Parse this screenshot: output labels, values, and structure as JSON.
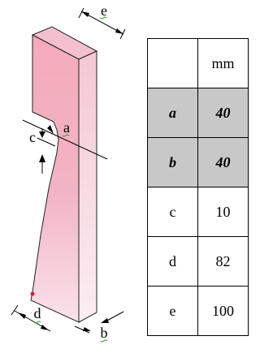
{
  "figure": {
    "labels": {
      "a": "a",
      "b": "b",
      "c": "c",
      "d": "d",
      "e": "e"
    },
    "colors": {
      "front_face": "#f2a6b8",
      "side_face": "#f6dde5",
      "top_face": "#f4c0ce",
      "outline": "#000000"
    }
  },
  "table": {
    "header": {
      "corner": "",
      "unit": "mm"
    },
    "rows": [
      {
        "dim": "a",
        "value": "40",
        "highlighted": true
      },
      {
        "dim": "b",
        "value": "40",
        "highlighted": true
      },
      {
        "dim": "c",
        "value": "10",
        "highlighted": false
      },
      {
        "dim": "d",
        "value": "82",
        "highlighted": false
      },
      {
        "dim": "e",
        "value": "100",
        "highlighted": false
      }
    ]
  }
}
